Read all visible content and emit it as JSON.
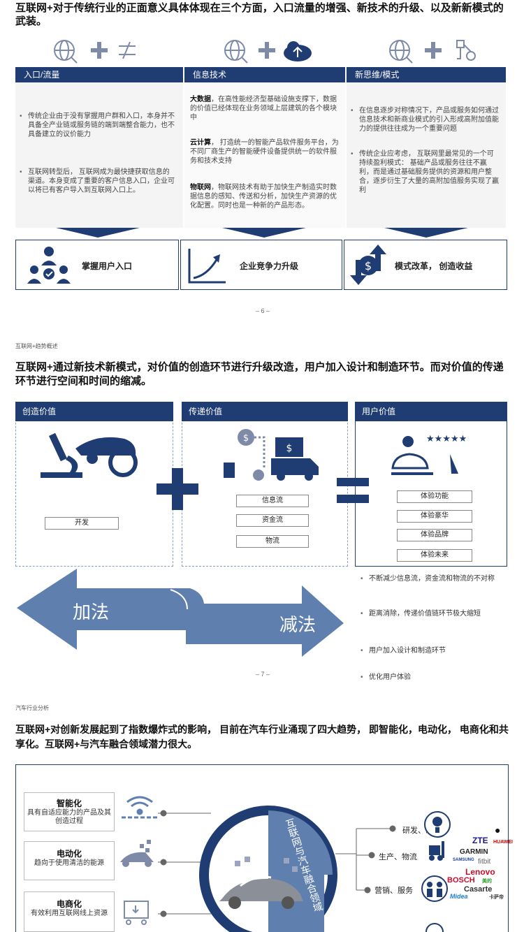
{
  "slide1": {
    "title": "互联网+对于传统行业的正面意义具体体现在三个方面，入口流量的增强、新技术的升级、以及新新模式的武装。",
    "columns": [
      {
        "header": "入口/流量"
      },
      {
        "header": "信息技术"
      },
      {
        "header": "新思维/模式"
      }
    ],
    "col1_bullets": [
      "传统企业由于没有掌握用户群和入口，本身并不具备全产业链或服务链的端到端整合能力，也不具备建立的议价能力",
      "互联网转型后，  互联网成为最快捷获取信息的渠道。本身变成了重要的客户信息入口，企业可以将已有客户导入到互联网入口上。"
    ],
    "col2_items": [
      {
        "term": "大数据",
        "text": "，在高性能经济型基础设施支撑下，数据的价值已经体现在业务领域上层建筑的各个模块中"
      },
      {
        "term": "云计算",
        "text": "，  打造统一的智能产品软件服务平台，为不同厂商生产的智能硬件设备提供统一的软件服务和技术支持"
      },
      {
        "term": "物联网",
        "text": "，物联网技术有助于加快生产制造实时数据信息的感知、传送和分析，加快生产资源的优化配置。同时也是一种新的产品形态。"
      }
    ],
    "col3_bullets": [
      "在信息逐步对称情况下，产品或服务如何通过信息技术和新商业模式的引入形成高附加值能力的提供往往成为一个重要问题",
      "传统企业应考虑，  互联网里最常见的一个可持续盈利模式：  基础产品或服务往往不赢利，而是通过基础服务提供的资源和用户整合，逐步衍生了大量的高附加值服务实现了赢利"
    ],
    "outcomes": [
      "掌握用户入口",
      "企业竞争力升级",
      "模式改革，  创造收益"
    ],
    "page": "– 6 –"
  },
  "slide2": {
    "section": "互联网+趋势概述",
    "title": "互联网+通过新技术新模式，对价值的创造环节进行升级改造，用户加入设计和制造环节。而对价值的传递环节进行空间和时间的缩减。",
    "panels": [
      {
        "header": "创造价值",
        "labels": [
          "开发"
        ]
      },
      {
        "header": "传递价值",
        "labels": [
          "信息流",
          "资金流",
          "物流"
        ]
      },
      {
        "header": "用户价值",
        "labels": [
          "体验功能",
          "体验豪华",
          "体验品牌",
          "体验未来"
        ]
      }
    ],
    "arrow_add": "加法",
    "arrow_sub": "减法",
    "bullets": [
      "不断减少信息流，资金流和物流的不对称",
      "距离消除，传递价值链环节极大缩短",
      "用户加入设计和制造环节",
      "优化用户体验"
    ],
    "page": "– 7 –",
    "colors": {
      "navy": "#1f3c73",
      "arrow": "#5f7fae"
    }
  },
  "slide3": {
    "section": "汽车行业分析",
    "title": "互联网+对创新发展起到了指数爆炸式的影响，  目前在汽车行业涌现了四大趋势，  即智能化，电动化，  电商化和共享化。互联网+与汽车融合领域潜力很大。",
    "trends": [
      {
        "name": "智能化",
        "desc": "具有自适应能力的产品及其创造过程"
      },
      {
        "name": "电动化",
        "desc": "趋向于使用清洁的能源"
      },
      {
        "name": "电商化",
        "desc": "有效利用互联网线上资源"
      }
    ],
    "ring_text": "互联网与汽车融合领域",
    "right_items": [
      "研发、制造",
      "生产、物流",
      "营销、服务"
    ],
    "brands": [
      "ZTE",
      "GARMIN",
      "fitbit",
      "Lenovo",
      "BOSCH",
      "Casarte",
      "Midea",
      "SAMSUNG",
      "HUAWEI",
      "卡萨帝",
      "美的"
    ]
  }
}
